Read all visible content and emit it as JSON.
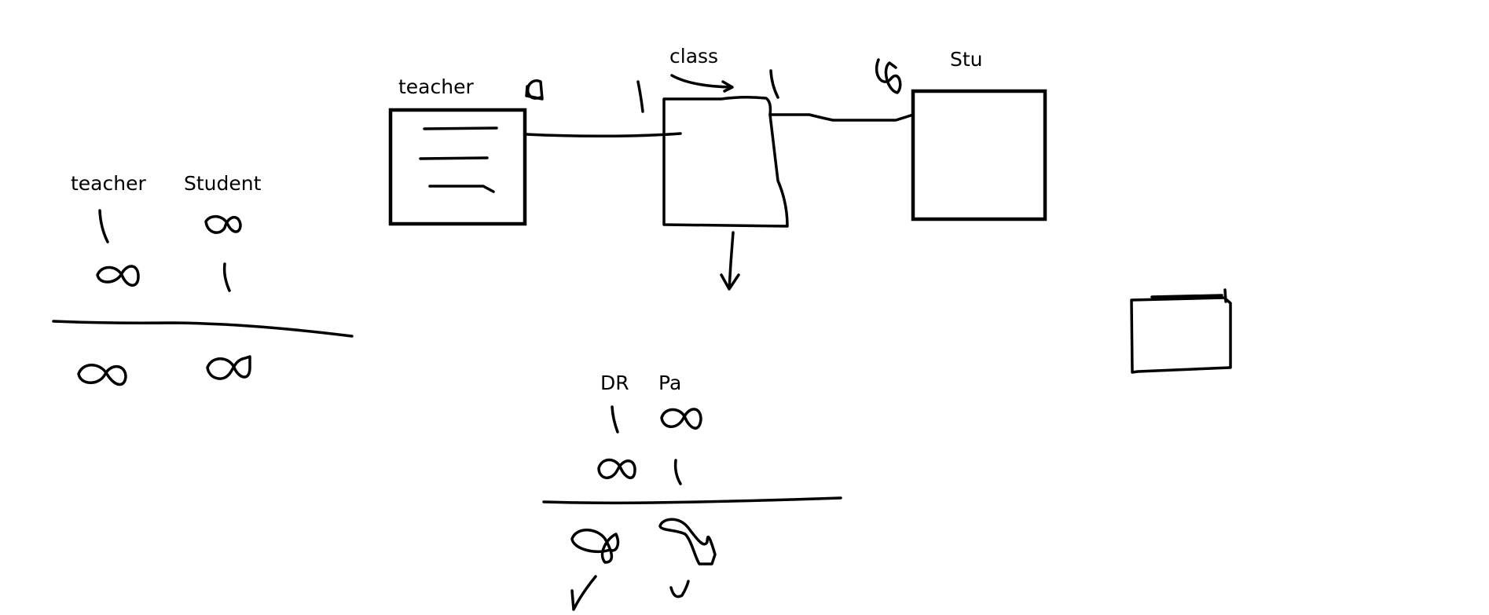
{
  "diagram": {
    "labels": {
      "teacher_box": "teacher",
      "class_box": "class",
      "student_box": "Stu",
      "left_teacher": "teacher",
      "left_student": "Student",
      "bottom_dr": "DR",
      "bottom_pa": "Pa"
    },
    "colors": {
      "ink": "#000000",
      "background": "#ffffff"
    }
  }
}
